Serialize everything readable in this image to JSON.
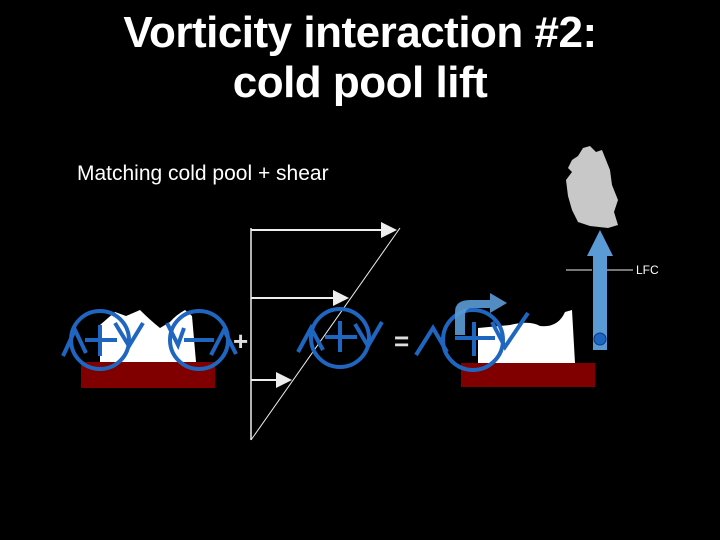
{
  "slide": {
    "title_line1": "Vorticity interaction #2:",
    "title_line2": "cold pool lift",
    "subtitle": "Matching cold pool + shear",
    "lfc_label": "LFC",
    "plus_operator": "+",
    "equals_operator": "="
  },
  "diagram": {
    "panels": [
      {
        "name": "cold-pool",
        "vortices": [
          {
            "sign": "+",
            "rotation": "clockwise"
          },
          {
            "sign": "-",
            "rotation": "counterclockwise"
          }
        ]
      },
      {
        "name": "environmental-shear",
        "vortices": [
          {
            "sign": "+",
            "rotation": "clockwise"
          }
        ],
        "wind_arrows": 3
      },
      {
        "name": "combined-result",
        "vortices": [
          {
            "sign": "+",
            "rotation": "clockwise"
          }
        ],
        "lift_arrow": true,
        "parcel_rises_past": "LFC"
      }
    ],
    "colors": {
      "background": "#000000",
      "vortex_blue": "#1f66c0",
      "lift_arrow_blue": "#5b9bd5",
      "cold_pool_red": "#800000",
      "cloud_gray": "#c8c8c8",
      "text": "#ffffff"
    }
  }
}
